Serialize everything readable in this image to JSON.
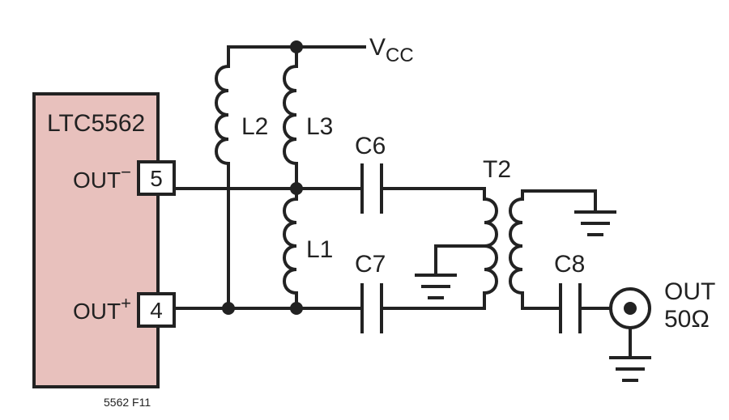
{
  "chip": {
    "name": "LTC5562",
    "body_color": "#e8c1bd",
    "pins": [
      {
        "label": "OUT",
        "sup": "−",
        "number": "5"
      },
      {
        "label": "OUT",
        "sup": "+",
        "number": "4"
      }
    ]
  },
  "supply": {
    "main": "V",
    "sub": "CC"
  },
  "components": {
    "L2": "L2",
    "L3": "L3",
    "L1": "L1",
    "C6": "C6",
    "C7": "C7",
    "C8": "C8",
    "T2": "T2"
  },
  "output": {
    "label": "OUT",
    "impedance": "50Ω"
  },
  "figure_id": "5562 F11"
}
